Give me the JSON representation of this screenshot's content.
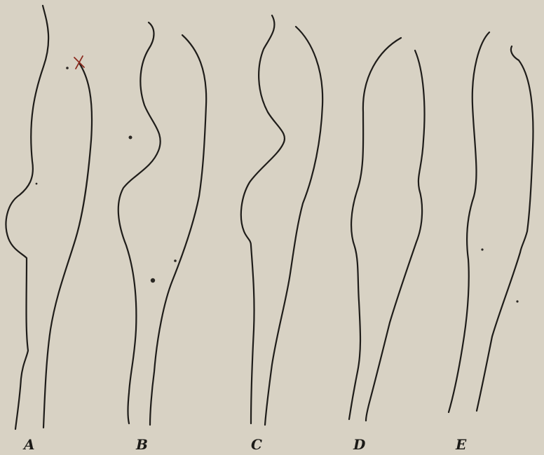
{
  "figure": {
    "panels": [
      {
        "id": "A",
        "label": "A"
      },
      {
        "id": "B",
        "label": "B"
      },
      {
        "id": "C",
        "label": "C"
      },
      {
        "id": "D",
        "label": "D"
      },
      {
        "id": "E",
        "label": "E"
      }
    ],
    "colors": {
      "paper": "#d8d2c4",
      "ink": "#1f1d1a",
      "mark": "#8b2a1e"
    }
  }
}
